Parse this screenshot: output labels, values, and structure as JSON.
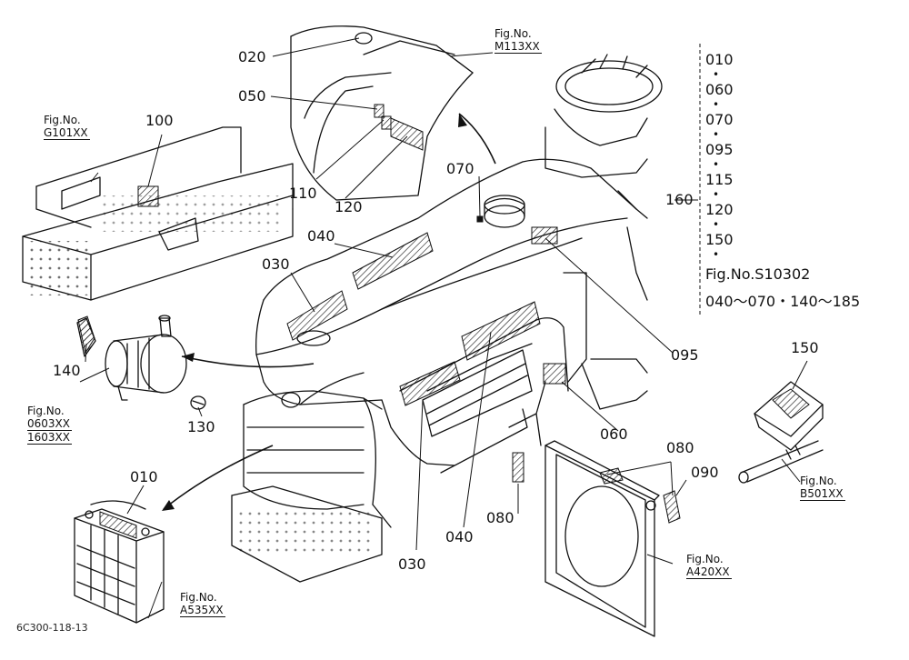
{
  "callouts": {
    "c020": "020",
    "c050": "050",
    "c100": "100",
    "c110": "110",
    "c120": "120",
    "c070": "070",
    "c040a": "040",
    "c030a": "030",
    "c140": "140",
    "c130": "130",
    "c010": "010",
    "c030b": "030",
    "c040b": "040",
    "c080a": "080",
    "c080b": "080",
    "c090": "090",
    "c060": "060",
    "c095": "095",
    "c150": "150",
    "c160": "160"
  },
  "figrefs": {
    "m113": {
      "label": "Fig.No.",
      "code": "M113XX"
    },
    "g101": {
      "label": "Fig.No.",
      "code": "G101XX"
    },
    "air": {
      "label": "Fig.No.",
      "code1": "0603XX",
      "code2": "1603XX"
    },
    "a535": {
      "label": "Fig.No.",
      "code": "A535XX"
    },
    "a420": {
      "label": "Fig.No.",
      "code": "A420XX"
    },
    "b501": {
      "label": "Fig.No.",
      "code": "B501XX"
    }
  },
  "decal_list": {
    "items": [
      "010",
      "060",
      "070",
      "095",
      "115",
      "120",
      "150"
    ],
    "separator": "•",
    "fig_line": "Fig.No.S10302",
    "range_line": "040～070・140～185"
  },
  "drawing_code": "6C300-118-13"
}
